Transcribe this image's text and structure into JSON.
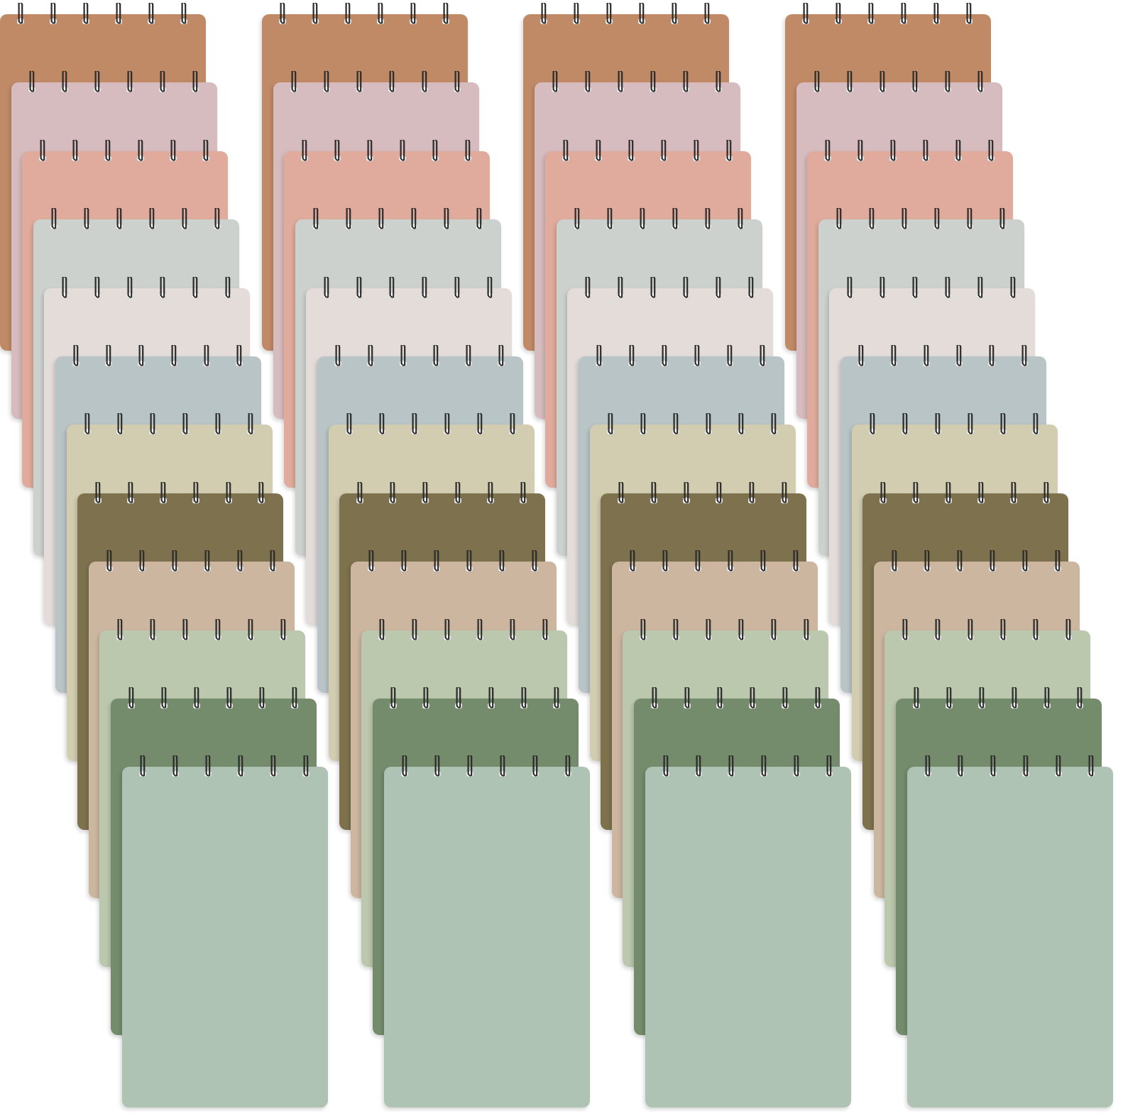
{
  "scene": {
    "background": "#ffffff",
    "stack_count": 4,
    "coils_per_pad": 6,
    "coil_icon": "spiral-binding-icon",
    "coil_color": "#2b2b2b",
    "hole_color": "#ffffff"
  },
  "notepad_colors": [
    {
      "name": "terracotta",
      "hex": "#c18a66"
    },
    {
      "name": "mauve-pink",
      "hex": "#d6bcbe"
    },
    {
      "name": "salmon",
      "hex": "#e0ab9c"
    },
    {
      "name": "light-gray",
      "hex": "#cdd1ce"
    },
    {
      "name": "off-white",
      "hex": "#e3dcd8"
    },
    {
      "name": "blue-gray",
      "hex": "#b8c4c6"
    },
    {
      "name": "khaki",
      "hex": "#d2cdb1"
    },
    {
      "name": "olive",
      "hex": "#7d724d"
    },
    {
      "name": "tan",
      "hex": "#cdb6a0"
    },
    {
      "name": "sage",
      "hex": "#bbc8ad"
    },
    {
      "name": "moss-green",
      "hex": "#748c6c"
    },
    {
      "name": "mint-sage",
      "hex": "#aec3b3"
    }
  ]
}
